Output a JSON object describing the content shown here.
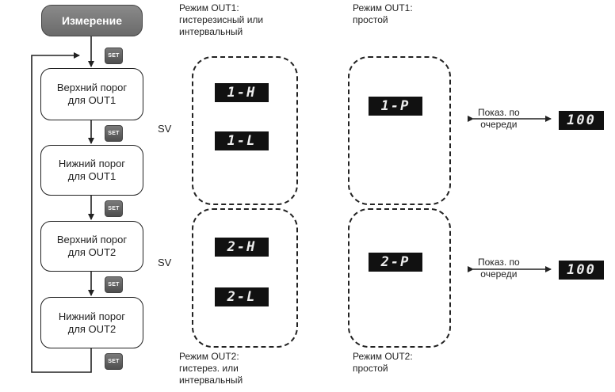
{
  "flow": {
    "measure_label": "Измерение",
    "step1_label": "Верхний порог\nдля OUT1",
    "step2_label": "Нижний порог\nдля OUT1",
    "step3_label": "Верхний порог\nдля OUT2",
    "step4_label": "Нижний порог\nдля OUT2",
    "set_label": "SET"
  },
  "sv_label": "SV",
  "headers": {
    "out1_hyst": "Режим OUT1:\nгистерезисный или\nинтервальный",
    "out1_simple": "Режим OUT1:\nпростой",
    "out2_hyst": "Режим OUT2:\nгистерез. или\nинтервальный",
    "out2_simple": "Режим OUT2:\nпростой"
  },
  "displays": {
    "out1_high": "1-H",
    "out1_low": "1-L",
    "out1_simple": "1-P",
    "out2_high": "2-H",
    "out2_low": "2-L",
    "out2_simple": "2-P",
    "value_1": "100",
    "value_2": "100"
  },
  "alternate_label": "Показ. по\nочереди"
}
